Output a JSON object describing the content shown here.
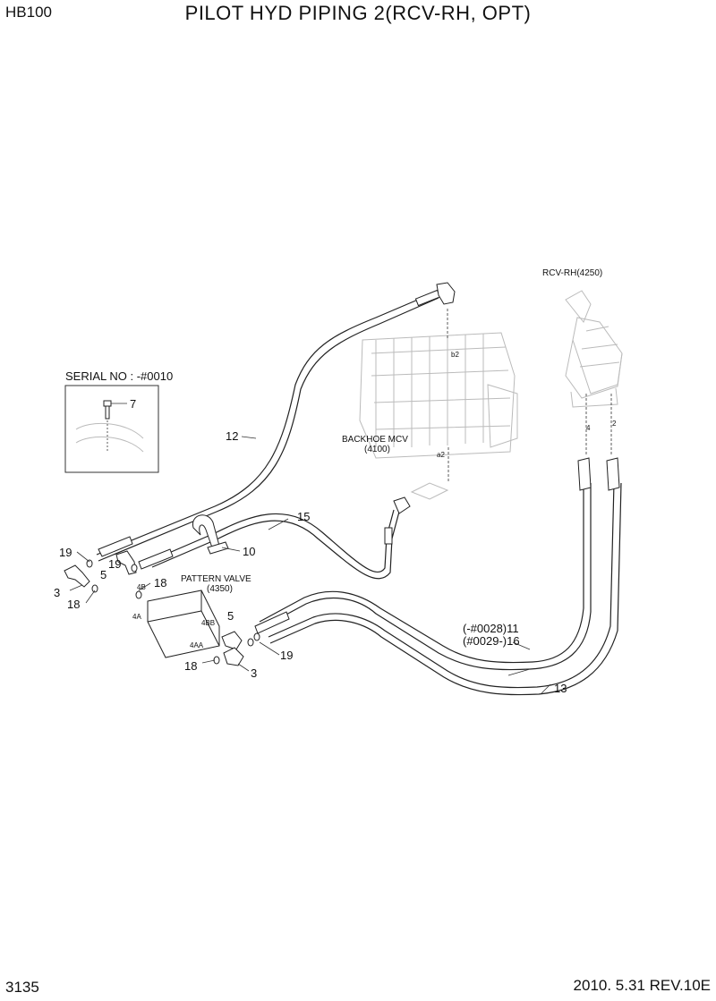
{
  "header": {
    "model_code": "HB100",
    "title": "PILOT HYD PIPING 2(RCV-RH, OPT)"
  },
  "footer": {
    "page_number": "3135",
    "revision": "2010. 5.31  REV.10E"
  },
  "components": {
    "rcv": "RCV-RH(4250)",
    "mcv_name": "BACKHOE MCV",
    "mcv_code": "(4100)",
    "pattern_valve_name": "PATTERN VALVE",
    "pattern_valve_code": "(4350)"
  },
  "inset": {
    "serial": "SERIAL NO : -#0010",
    "part": "7"
  },
  "ports": {
    "b2": "b2",
    "a2": "a2",
    "p4": "4",
    "p2": "2",
    "p4a": "4A",
    "p4b": "4B",
    "p4bb": "4BB",
    "p4aa": "4AA"
  },
  "callouts": {
    "c12": "12",
    "c15": "15",
    "c10": "10",
    "c19_a": "19",
    "c19_b": "19",
    "c19_c": "19",
    "c5_a": "5",
    "c5_b": "5",
    "c3_a": "3",
    "c3_b": "3",
    "c18_a": "18",
    "c18_b": "18",
    "c18_c": "18",
    "c11": "(-#0028)11",
    "c16": "(#0029-)16",
    "c13": "13"
  }
}
